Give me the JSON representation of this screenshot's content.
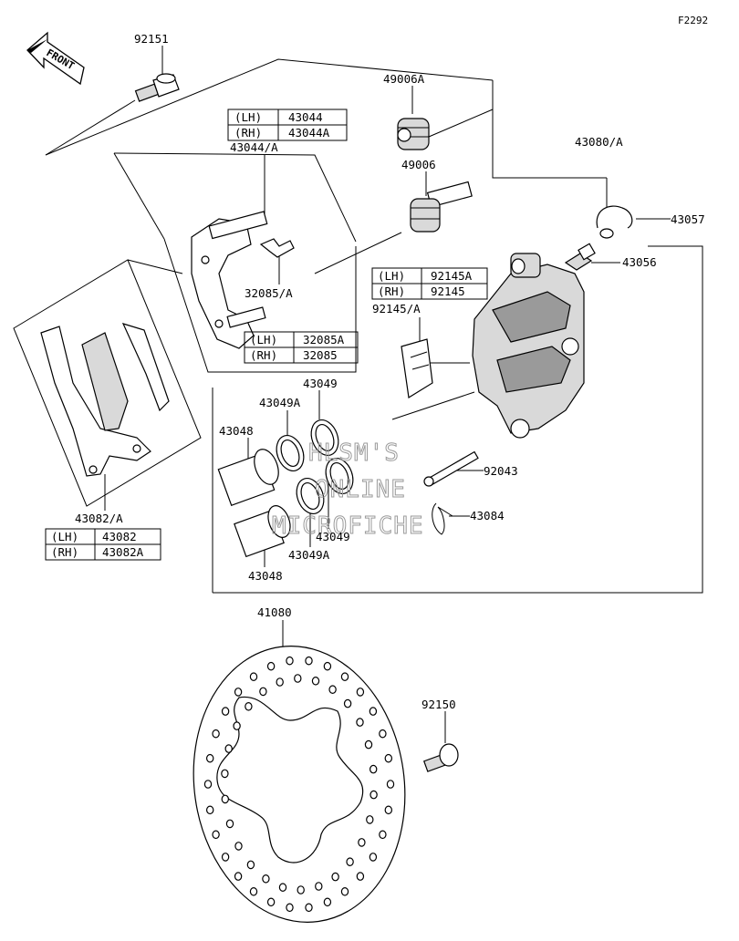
{
  "figure_code": "F2292",
  "front_label": "FRONT",
  "parts": {
    "p92151": "92151",
    "p49006A": "49006A",
    "p43080A": "43080/A",
    "p49006": "49006",
    "p43044A": "43044/A",
    "p43057": "43057",
    "p43056": "43056",
    "p32085A": "32085/A",
    "p92145A": "92145/A",
    "p43049_top": "43049",
    "p43049A_top": "43049A",
    "p43048_top": "43048",
    "p92043": "92043",
    "p43084": "43084",
    "p43049_bot": "43049",
    "p43049A_bot": "43049A",
    "p43048_bot": "43048",
    "p43082A": "43082/A",
    "p41080": "41080",
    "p92150": "92150"
  },
  "tables": {
    "t43044": [
      {
        "side": "(LH)",
        "part": "43044"
      },
      {
        "side": "(RH)",
        "part": "43044A"
      }
    ],
    "t32085": [
      {
        "side": "(LH)",
        "part": "32085A"
      },
      {
        "side": "(RH)",
        "part": "32085"
      }
    ],
    "t92145": [
      {
        "side": "(LH)",
        "part": "92145A"
      },
      {
        "side": "(RH)",
        "part": "92145"
      }
    ],
    "t43082": [
      {
        "side": "(LH)",
        "part": "43082"
      },
      {
        "side": "(RH)",
        "part": "43082A"
      }
    ]
  },
  "watermark": [
    "HLSM'S",
    "ONLINE",
    "MICROFICHE"
  ]
}
